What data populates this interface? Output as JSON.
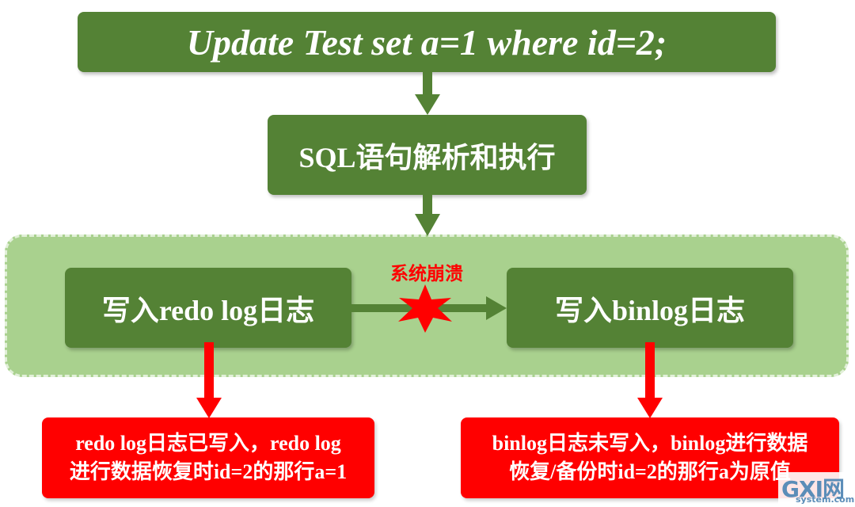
{
  "sql_statement": "Update Test set a=1 where id=2;",
  "parse_step": "SQL语句解析和执行",
  "redo_step": "写入redo log日志",
  "binlog_step": "写入binlog日志",
  "crash_label": "系统崩溃",
  "note_left": {
    "line1": "redo log日志已写入，redo log",
    "line2": "进行数据恢复时id=2的那行a=1"
  },
  "note_right": {
    "line1": "binlog日志未写入，binlog进行数据",
    "line2": "恢复/备份时id=2的那行a为原值"
  },
  "watermark": {
    "main": "GXI网",
    "sub": "system.com"
  },
  "colors": {
    "box_green": "#548235",
    "region_green": "#a9d18e",
    "arrow_green": "#548235",
    "alert_red": "#ff0000"
  },
  "icons": [
    "explosion-star-icon"
  ]
}
